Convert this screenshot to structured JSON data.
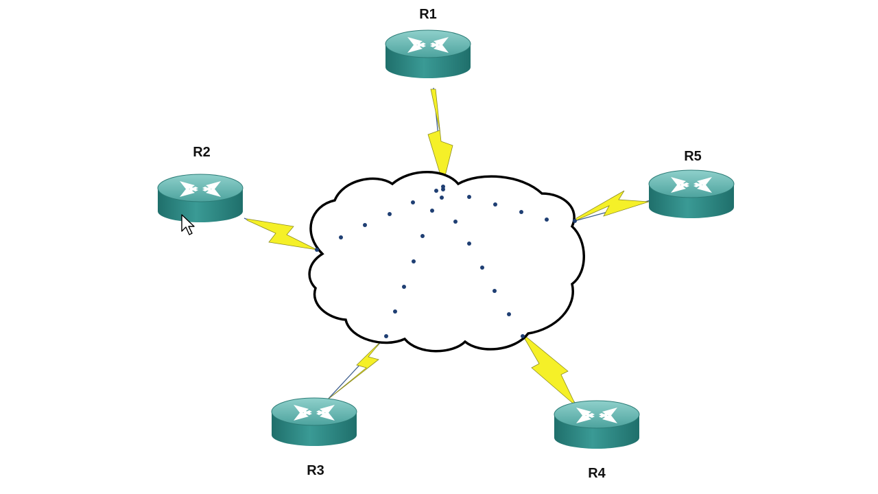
{
  "diagram": {
    "routers": [
      {
        "id": "r1",
        "label": "R1"
      },
      {
        "id": "r2",
        "label": "R2"
      },
      {
        "id": "r3",
        "label": "R3"
      },
      {
        "id": "r4",
        "label": "R4"
      },
      {
        "id": "r5",
        "label": "R5"
      }
    ],
    "cloud_name": "",
    "colors": {
      "router_body": "#2f8a85",
      "router_top": "#5fb0ab",
      "serial_link": "#f5f028",
      "virtual_circuit_dots": "#1f3f73"
    }
  }
}
